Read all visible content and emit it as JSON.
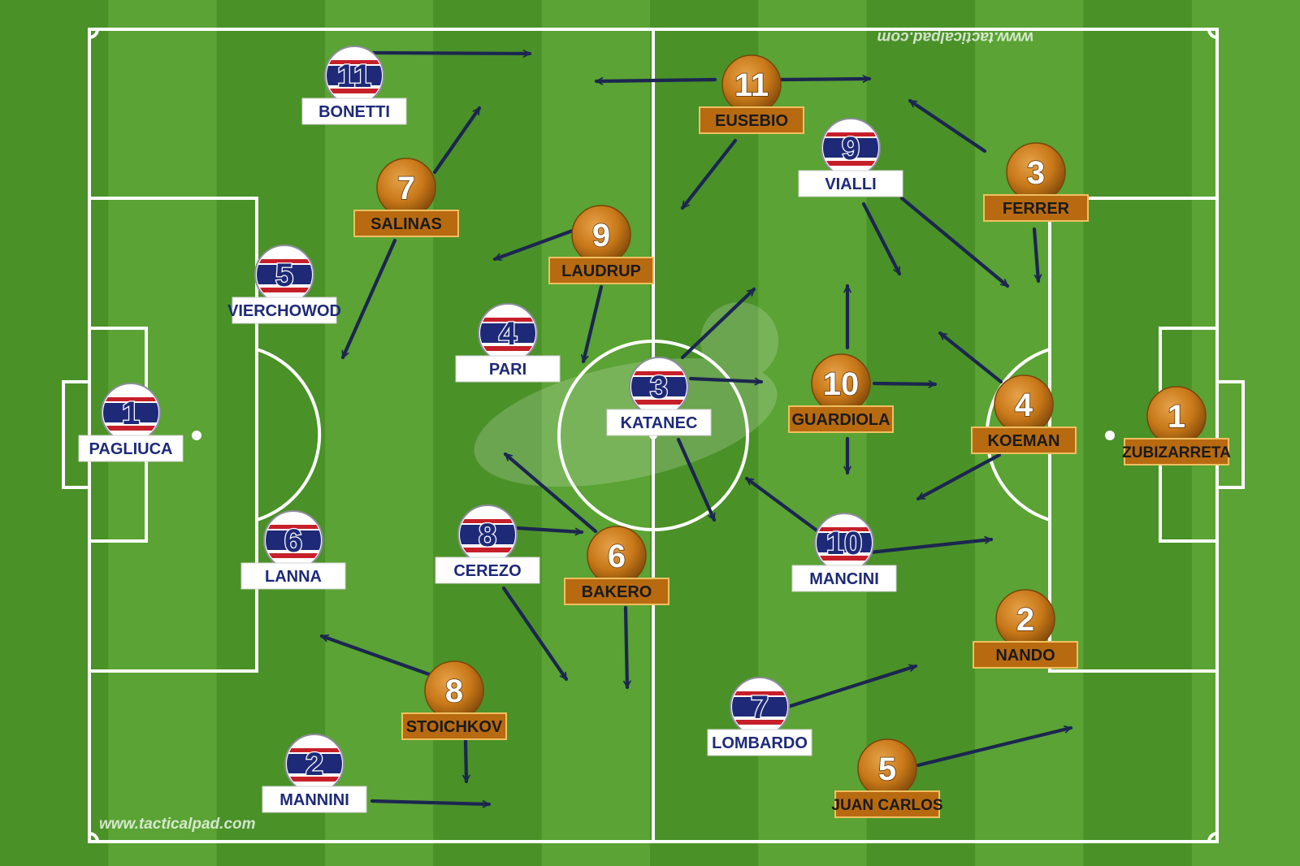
{
  "watermark_bottom": "www.tacticalpad.com",
  "watermark_top": "www.tacticalpad.com",
  "colors": {
    "grass_light": "#5aa334",
    "grass_dark": "#4a9128",
    "line": "#ffffff",
    "team_a_navy": "#1e2a78",
    "team_a_red": "#c61f2a",
    "team_b_orange": "#c87818",
    "team_b_label": "#b86a10",
    "arrow": "#1c2650"
  },
  "team_a": [
    {
      "number": "1",
      "name": "PAGLIUCA"
    },
    {
      "number": "2",
      "name": "MANNINI"
    },
    {
      "number": "3",
      "name": "KATANEC"
    },
    {
      "number": "4",
      "name": "PARI"
    },
    {
      "number": "5",
      "name": "VIERCHOWOD"
    },
    {
      "number": "6",
      "name": "LANNA"
    },
    {
      "number": "7",
      "name": "LOMBARDO"
    },
    {
      "number": "8",
      "name": "CEREZO"
    },
    {
      "number": "9",
      "name": "VIALLI"
    },
    {
      "number": "10",
      "name": "MANCINI"
    },
    {
      "number": "11",
      "name": "BONETTI"
    }
  ],
  "team_b": [
    {
      "number": "1",
      "name": "ZUBIZARRETA"
    },
    {
      "number": "2",
      "name": "NANDO"
    },
    {
      "number": "3",
      "name": "FERRER"
    },
    {
      "number": "4",
      "name": "KOEMAN"
    },
    {
      "number": "5",
      "name": "JUAN CARLOS"
    },
    {
      "number": "6",
      "name": "BAKERO"
    },
    {
      "number": "7",
      "name": "SALINAS"
    },
    {
      "number": "8",
      "name": "STOICHKOV"
    },
    {
      "number": "9",
      "name": "LAUDRUP"
    },
    {
      "number": "10",
      "name": "GUARDIOLA"
    },
    {
      "number": "11",
      "name": "EUSEBIO"
    }
  ]
}
